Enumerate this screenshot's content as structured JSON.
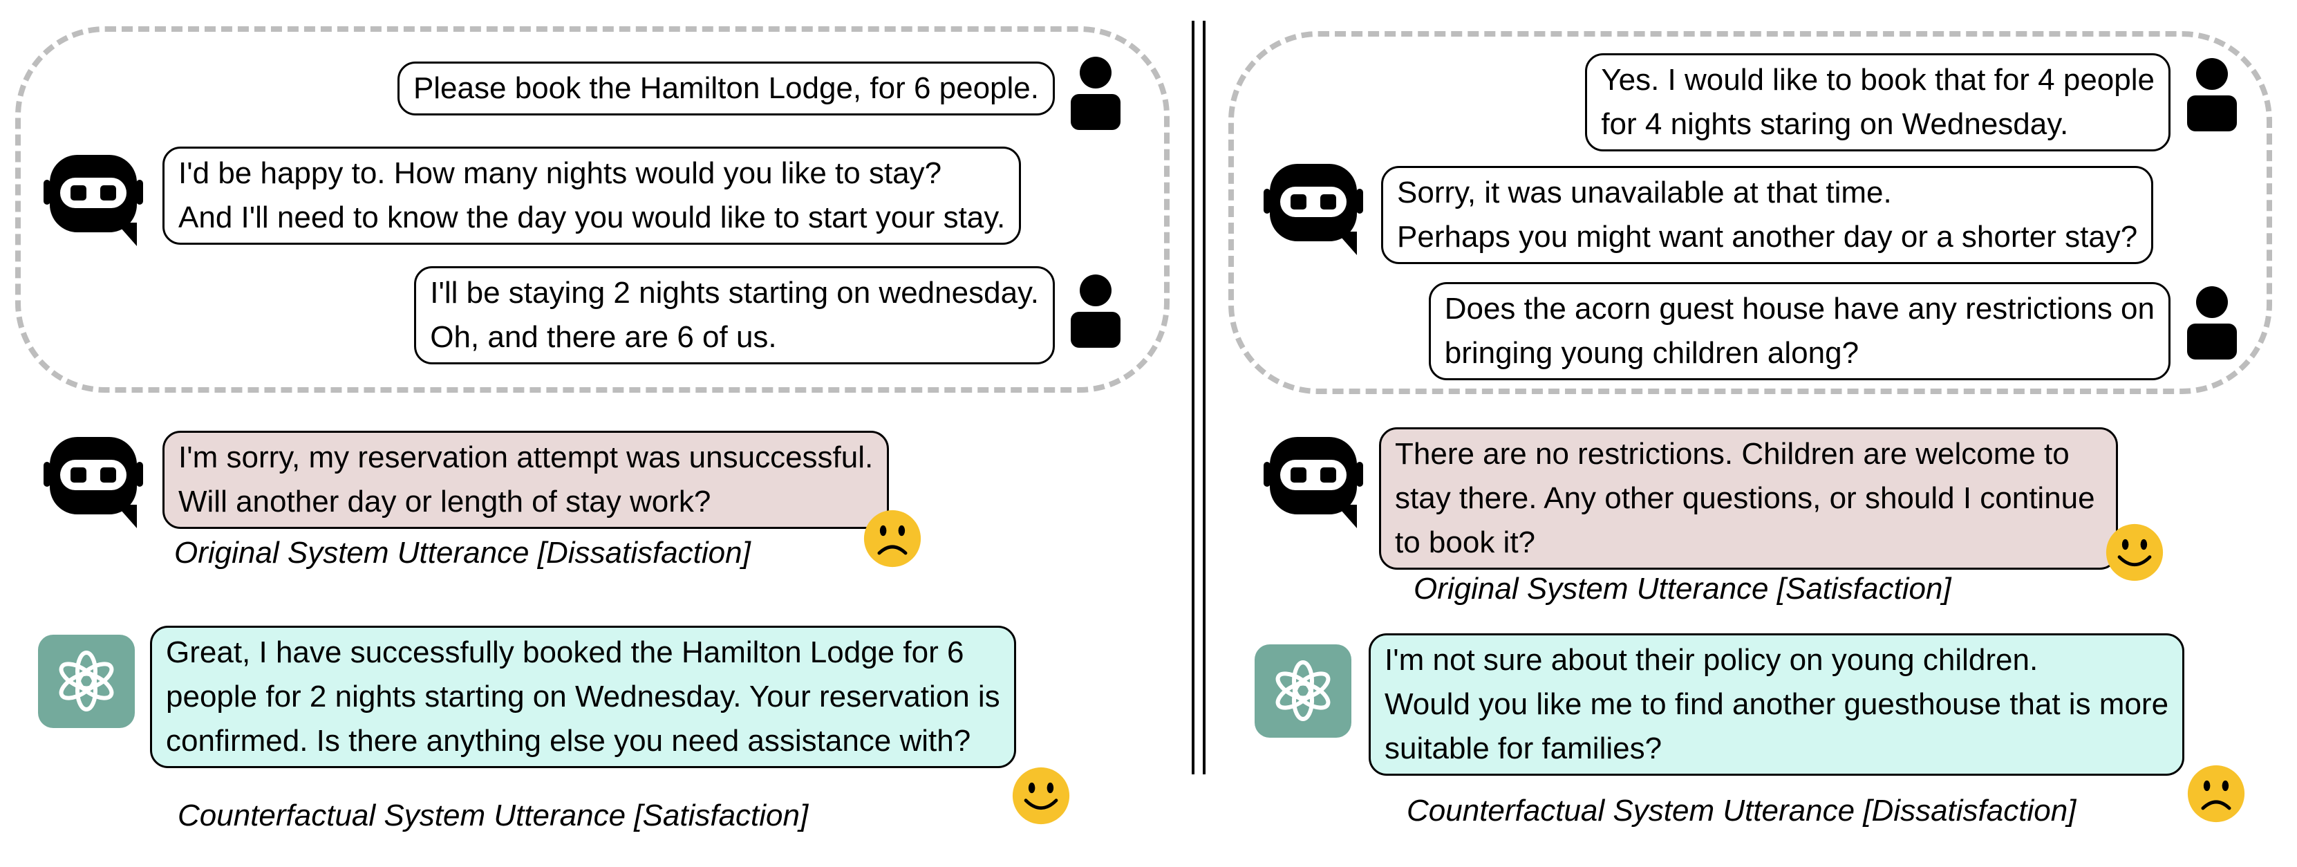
{
  "left": {
    "turns": [
      {
        "role": "user",
        "lines": [
          "Please book the Hamilton Lodge, for 6 people."
        ]
      },
      {
        "role": "system",
        "lines": [
          "I'd be happy to. How many nights would you like to stay?",
          "And I'll need to know the day you would like to start your stay."
        ]
      },
      {
        "role": "user",
        "lines": [
          "I'll be staying 2 nights starting on wednesday.",
          "Oh, and there are 6 of us."
        ]
      }
    ],
    "original": {
      "lines": [
        "I'm sorry, my reservation attempt was unsuccessful.",
        "Will another day or length of stay work?"
      ],
      "caption": "Original System Utterance [Dissatisfaction]",
      "emotion": "frown"
    },
    "counterfactual": {
      "lines": [
        "Great, I have successfully booked the Hamilton Lodge for 6",
        "people for 2 nights starting on Wednesday. Your reservation is",
        "confirmed. Is there anything else you need assistance with?"
      ],
      "caption": "Counterfactual System Utterance [Satisfaction]",
      "emotion": "smile"
    }
  },
  "right": {
    "turns": [
      {
        "role": "user",
        "lines": [
          "Yes. I would like to book that for 4 people",
          "for 4 nights staring on Wednesday."
        ]
      },
      {
        "role": "system",
        "lines": [
          "Sorry, it was unavailable at that time.",
          "Perhaps you might want another day or a shorter stay?"
        ]
      },
      {
        "role": "user",
        "lines": [
          "Does the acorn guest house have any restrictions on",
          "bringing young children along?"
        ]
      }
    ],
    "original": {
      "lines": [
        "There are no restrictions. Children are welcome to",
        "stay there. Any other questions, or should I continue",
        "to book it?"
      ],
      "caption": "Original System Utterance [Satisfaction]",
      "emotion": "smile"
    },
    "counterfactual": {
      "lines": [
        "I'm not sure about their policy on young children.",
        "Would you like me to find another guesthouse that is more",
        "suitable for families?"
      ],
      "caption": "Counterfactual System Utterance [Dissatisfaction]",
      "emotion": "frown"
    }
  },
  "icons": {
    "user": "user-silhouette-icon",
    "system": "robot-chat-icon",
    "counterfactual_model": "openai-logo-icon",
    "smile": "smiley-face-icon",
    "frown": "frowning-face-icon"
  },
  "colors": {
    "dash": "#bdbdbd",
    "original_bubble": "#e9d9d8",
    "counterfactual_bubble": "#d3f7f1",
    "emoji": "#f7c22b",
    "logo_bg": "#74aa9c"
  }
}
